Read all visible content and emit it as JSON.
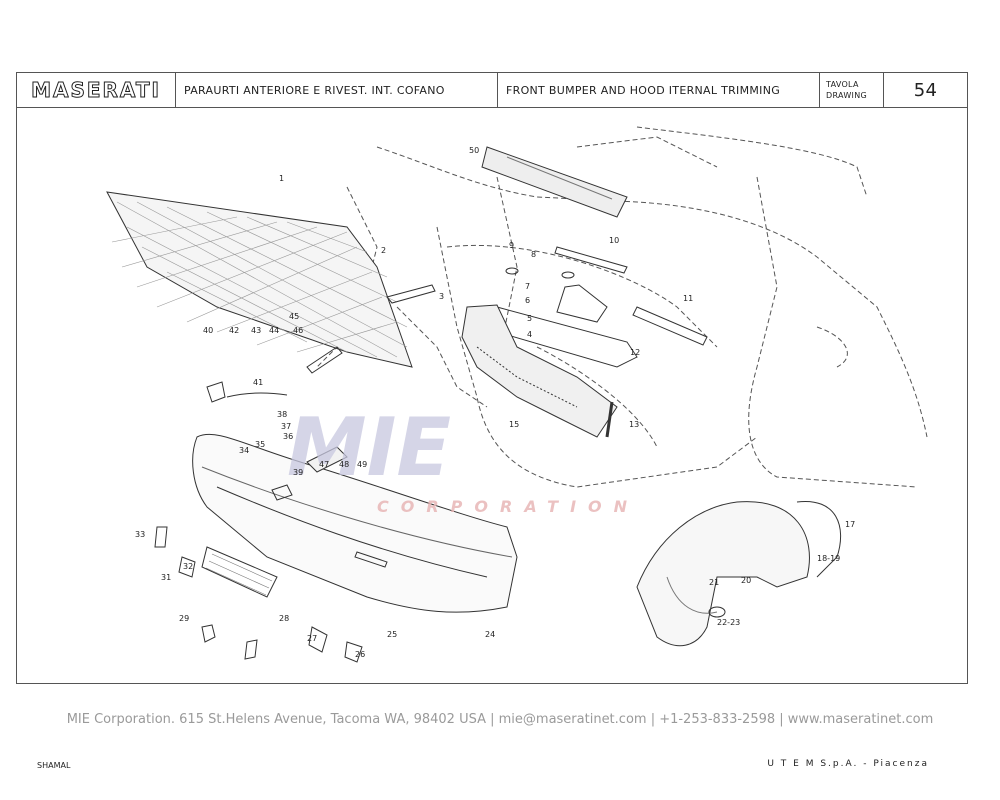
{
  "header": {
    "brand": "MASERATI",
    "title_it": "PARAURTI ANTERIORE E RIVEST. INT. COFANO",
    "title_en": "FRONT BUMPER AND HOOD ITERNAL TRIMMING",
    "table_label_it": "TAVOLA",
    "table_label_en": "DRAWING",
    "table_number": "54"
  },
  "parts": [
    "1",
    "2",
    "3",
    "4",
    "5",
    "6",
    "7",
    "8",
    "9",
    "10",
    "11",
    "12",
    "13",
    "15",
    "17",
    "18-19",
    "20",
    "21",
    "22-23",
    "24",
    "25",
    "26",
    "27",
    "28",
    "29",
    "31",
    "32",
    "33",
    "34",
    "35",
    "36",
    "37",
    "38",
    "39",
    "40",
    "41",
    "42",
    "43",
    "44",
    "45",
    "46",
    "47",
    "48",
    "49",
    "50"
  ],
  "watermark": {
    "logo": "MIE",
    "tag": "CORPORATION"
  },
  "code": "SHAMAL",
  "maker": "U T E M  S.p.A. - Piacenza",
  "footer": "MIE Corporation. 615 St.Helens Avenue, Tacoma WA, 98402 USA  |  mie@maseratinet.com  |   +1-253-833-2598   |  www.maseratinet.com"
}
